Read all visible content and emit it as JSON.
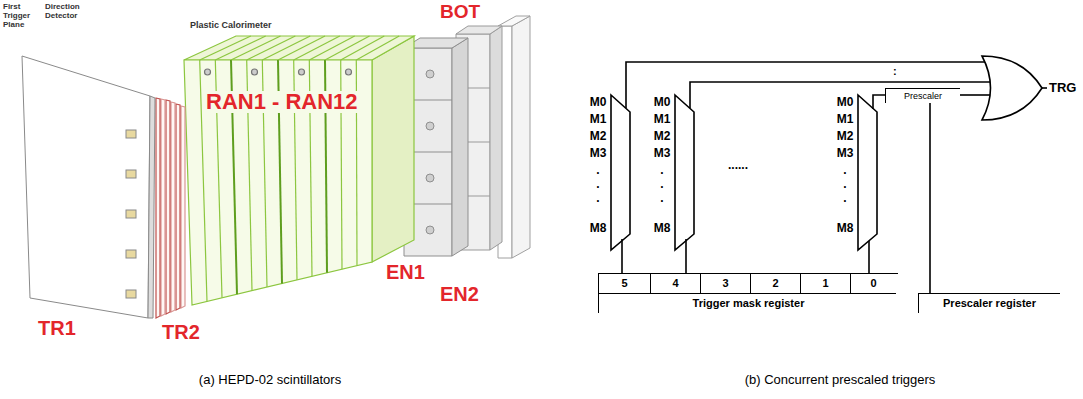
{
  "diagram": {
    "nodes": [
      {
        "text": [
          "Prescaler"
        ]
      },
      {
        "text": [
          "Trigger mask register"
        ]
      },
      {
        "text": [
          "5"
        ],
        "in": 1
      },
      {
        "text": [
          "4"
        ],
        "in": 1
      },
      {
        "text": [
          "3"
        ],
        "in": 1
      },
      {
        "text": [
          "2"
        ],
        "in": 1
      },
      {
        "text": [
          "1"
        ],
        "in": 1
      },
      {
        "text": [
          "0"
        ],
        "in": 1
      },
      {
        "text": [
          "Prescaler register"
        ]
      }
    ],
    "edges": [
      {
        "from": 8,
        "to": 0,
        "arrow": "none"
      }
    ],
    "labels": [
      "First Trigger Plane",
      "Direction Detector",
      "Plastic Calorimeter",
      "RAN1 - RAN12",
      "TR1",
      "TR2",
      "EN1",
      "EN2",
      "BOT",
      "(a) HEPD-02 scintillators",
      "M0",
      "M1",
      "M2",
      "M3",
      ".",
      ".",
      ".",
      "M8",
      "M0",
      "M1",
      "M2",
      "M3",
      ".",
      ".",
      ".",
      "M8",
      "M0",
      "M1",
      "M2",
      "M3",
      ".",
      ".",
      ".",
      "M8",
      "......",
      ":",
      "TRG",
      "(b) Concurrent prescaled triggers"
    ]
  }
}
